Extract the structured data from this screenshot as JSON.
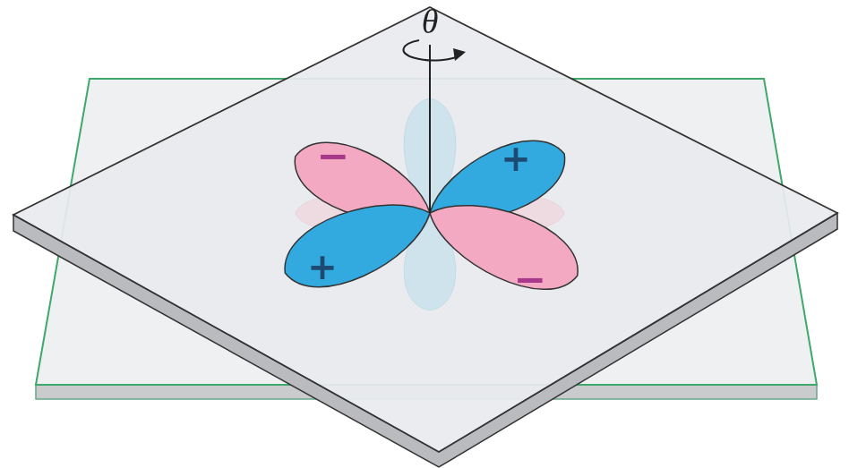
{
  "diagram": {
    "labels": [
      "θ",
      "−",
      "+",
      "+",
      "−"
    ]
  }
}
